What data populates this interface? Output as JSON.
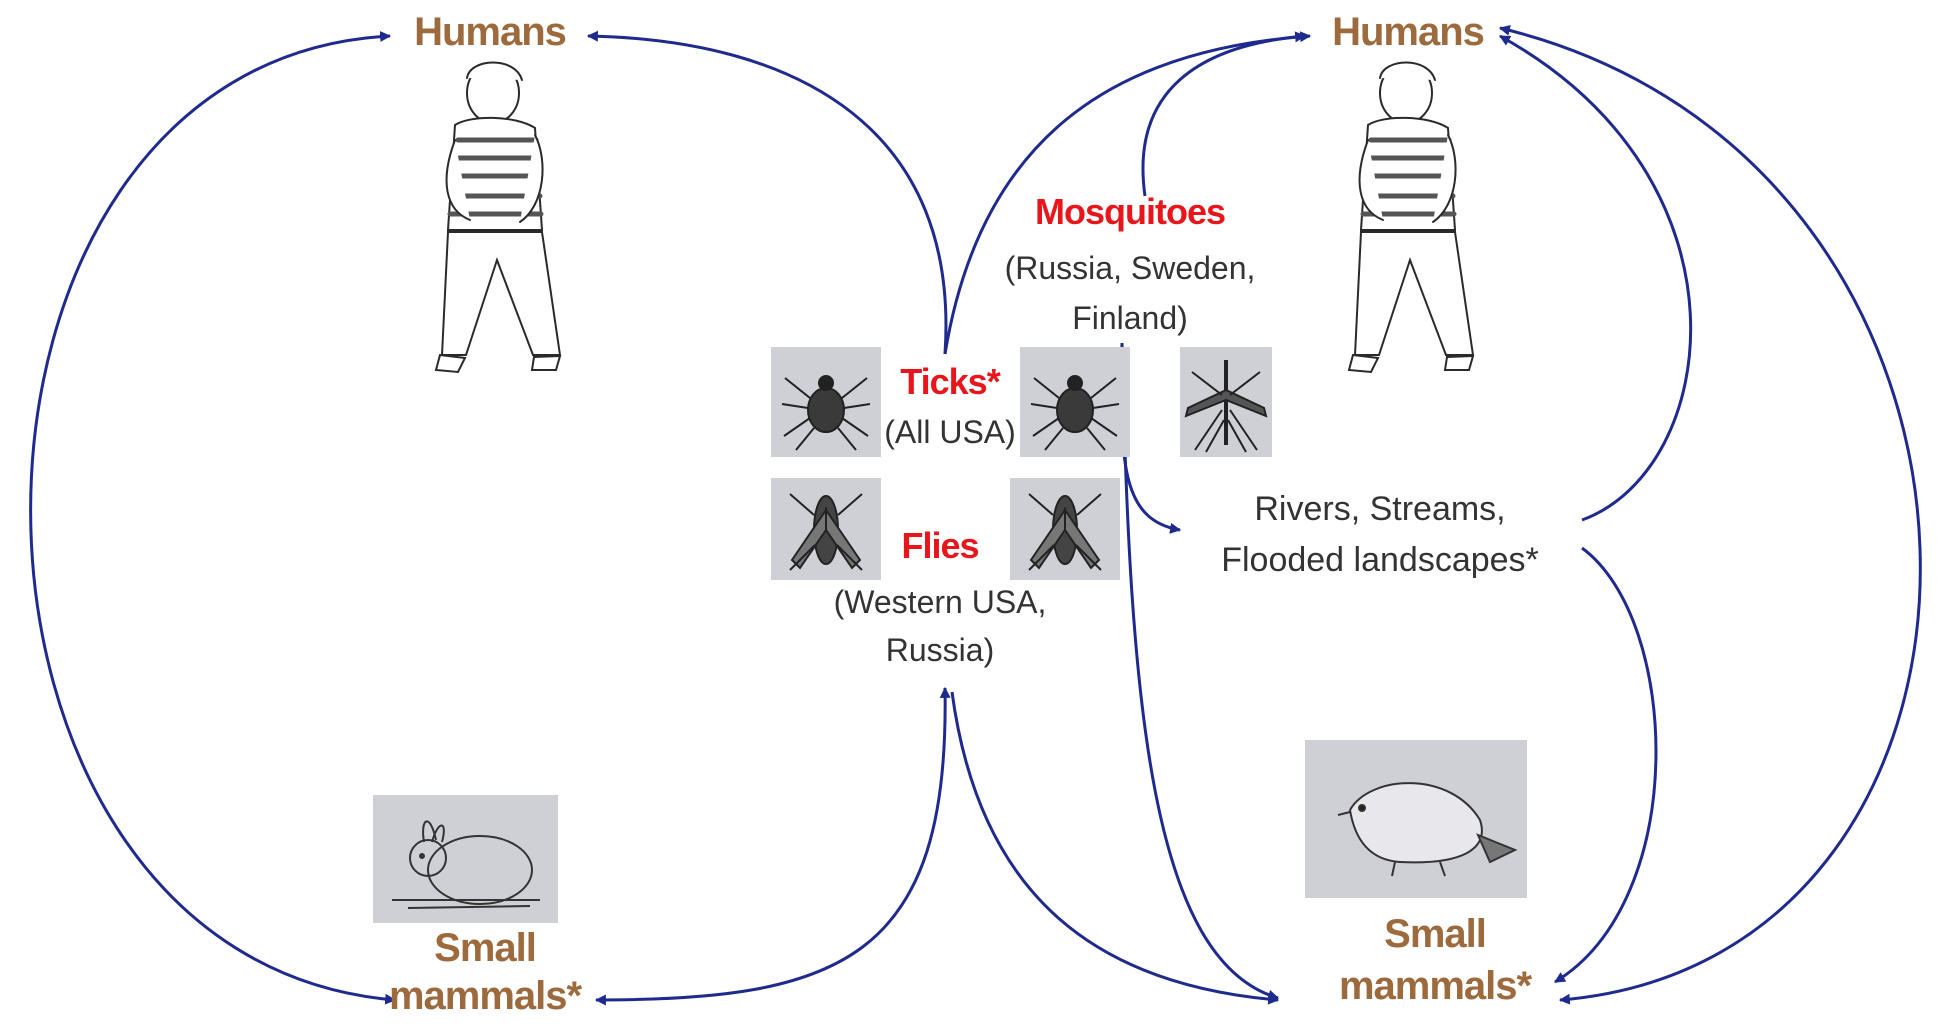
{
  "hosts": {
    "left_humans": "Humans",
    "right_humans": "Humans",
    "left_small_mammals": [
      "Small",
      "mammals*"
    ],
    "right_small_mammals": [
      "Small",
      "mammals*"
    ]
  },
  "vectors": {
    "ticks": {
      "name": "Ticks*",
      "region": "(All USA)"
    },
    "flies": {
      "name": "Flies",
      "region": [
        "(Western USA,",
        "Russia)"
      ]
    },
    "mosquitoes": {
      "name": "Mosquitoes",
      "region": [
        "(Russia, Sweden,",
        "Finland)"
      ]
    }
  },
  "habitat": [
    "Rivers, Streams,",
    "Flooded landscapes*"
  ],
  "icons": [
    "human-figure-icon",
    "tick-icon",
    "fly-icon",
    "mosquito-icon",
    "rabbit-icon",
    "beaver-icon"
  ],
  "colors": {
    "arrows": "#1f2a8f",
    "hosts": "#9c6a3c",
    "vectors": "#e8151b",
    "text": "#333333",
    "photo_bg": "#cfcfd6"
  }
}
